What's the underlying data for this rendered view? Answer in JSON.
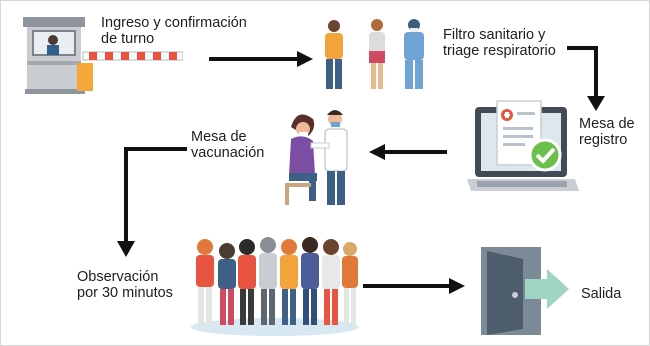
{
  "steps": {
    "entrada": {
      "line1": "Ingreso y confirmación",
      "line2": "de turno"
    },
    "filtro": {
      "line1": "Filtro sanitario y",
      "line2": "triage respiratorio"
    },
    "registro": {
      "line1": "Mesa de",
      "line2": "registro"
    },
    "vacunacion": {
      "line1": "Mesa de",
      "line2": "vacunación"
    },
    "observacion": {
      "line1": "Observación",
      "line2": "por 30 minutos"
    },
    "salida": {
      "line1": "Salida"
    }
  },
  "colors": {
    "arrow": "#111111",
    "barrier_stripe": "#e8543f",
    "accent_green": "#6ac04a",
    "door": "#4d5d6b",
    "exit_arrow": "#9fd6c2"
  },
  "icons": [
    "booth-barrier-icon",
    "people-staff-icon",
    "laptop-checklist-icon",
    "vaccination-icon",
    "crowd-icon",
    "exit-door-icon"
  ]
}
